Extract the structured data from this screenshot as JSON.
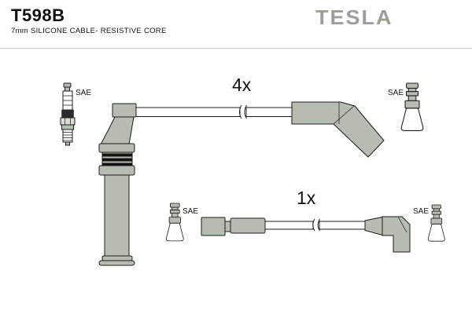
{
  "header": {
    "part_number": "T598B",
    "subtitle": "7mm SILICONE CABLE- RESISTIVE CORE",
    "brand": "TESLA"
  },
  "diagram": {
    "spark_plug_reference": {
      "label": "SAE"
    },
    "cable_4x": {
      "quantity_label": "4x",
      "terminal_label": "SAE"
    },
    "cable_1x": {
      "quantity_label": "1x",
      "terminal_label_left": "SAE",
      "terminal_label_right": "SAE"
    }
  },
  "colors": {
    "background": "#ffffff",
    "outline": "#1c1c1c",
    "boot_gray": "#b7bcb2",
    "metal_light": "#d9dcd5",
    "ring_black": "#141414",
    "brand_gray": "#9aa098",
    "divider_gray": "#c9c9c9"
  }
}
